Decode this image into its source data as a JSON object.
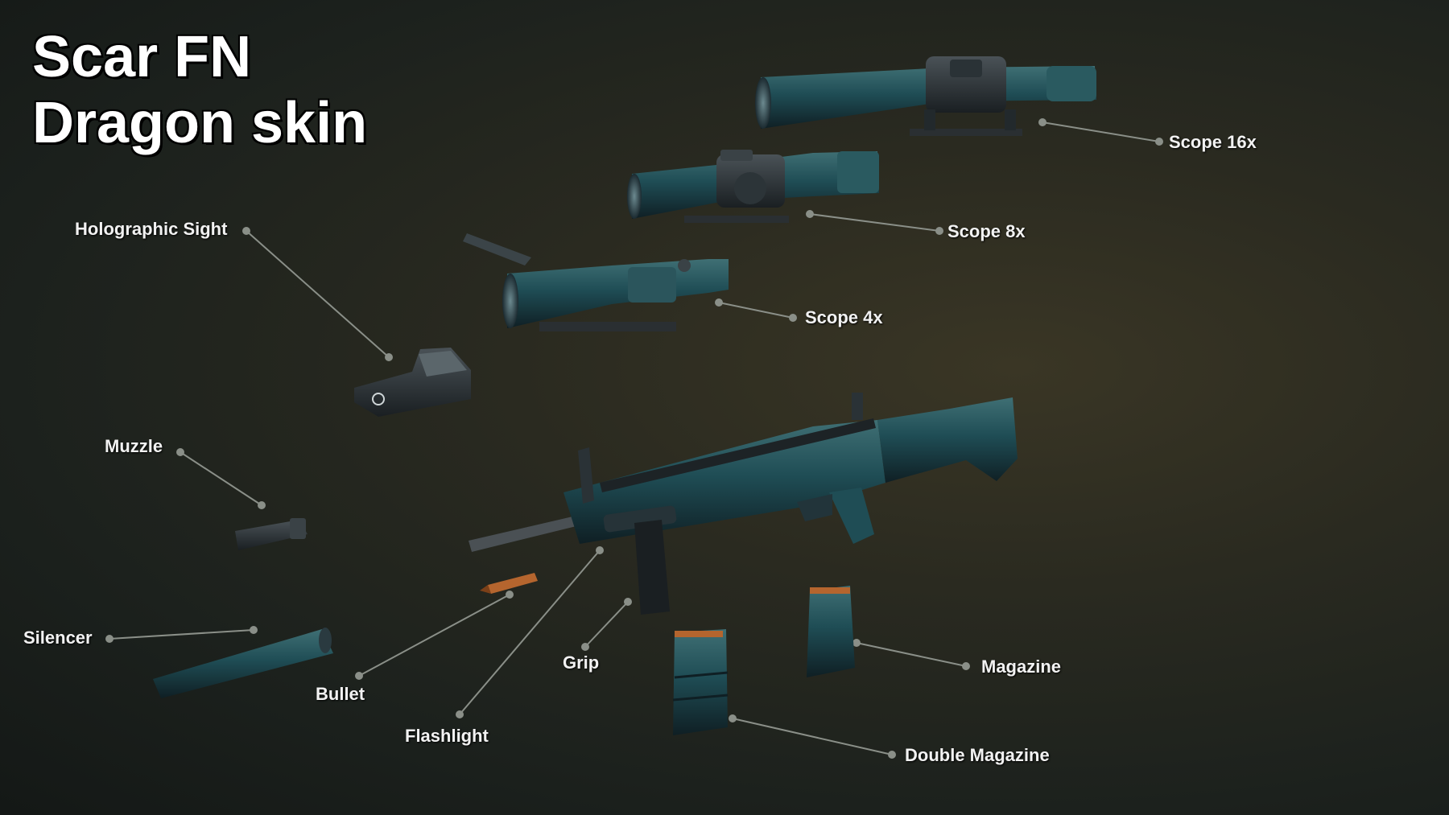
{
  "title": {
    "line1": "Scar FN",
    "line2": "Dragon skin"
  },
  "colors": {
    "skin_teal": "#1f4d55",
    "skin_dark": "#20282c",
    "leader_line": "#8a8f88",
    "label_text": "#f2f2f2",
    "bullet_copper": "#b5652e"
  },
  "parts": [
    {
      "id": "scope-16x",
      "label": "Scope 16x"
    },
    {
      "id": "scope-8x",
      "label": "Scope 8x"
    },
    {
      "id": "scope-4x",
      "label": "Scope 4x"
    },
    {
      "id": "holographic-sight",
      "label": "Holographic Sight"
    },
    {
      "id": "muzzle",
      "label": "Muzzle"
    },
    {
      "id": "silencer",
      "label": "Silencer"
    },
    {
      "id": "bullet",
      "label": "Bullet"
    },
    {
      "id": "flashlight",
      "label": "Flashlight"
    },
    {
      "id": "grip",
      "label": "Grip"
    },
    {
      "id": "magazine",
      "label": "Magazine"
    },
    {
      "id": "double-magazine",
      "label": "Double Magazine"
    }
  ]
}
